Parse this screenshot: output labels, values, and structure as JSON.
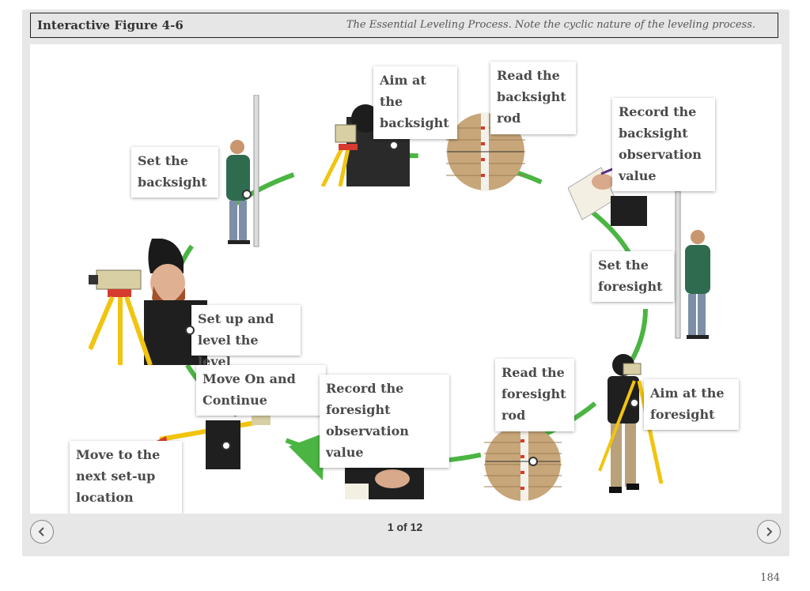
{
  "figure": {
    "title": "Interactive Figure 4-6",
    "caption": "The Essential Leveling Process. Note the cyclic nature of the leveling process."
  },
  "steps": {
    "aim_backsight": "Aim at the backsight",
    "read_backsight": "Read the backsight rod",
    "record_backsight": "Record the backsight observation value",
    "set_backsight": "Set the backsight",
    "set_foresight": "Set the foresight",
    "setup_level": "Set up and level the level",
    "move_on": "Move On and Continue",
    "record_foresight": "Record the foresight observation value",
    "read_foresight": "Read the foresight rod",
    "aim_foresight": "Aim at the foresight",
    "move_next": "Move to the next set-up location"
  },
  "navigation": {
    "counter": "1 of 12",
    "prev_icon": "chevron-left-icon",
    "next_icon": "chevron-right-icon"
  },
  "page_number": "184",
  "colors": {
    "cycle_arrow": "#4bb543",
    "frame": "#e7e7e7"
  }
}
